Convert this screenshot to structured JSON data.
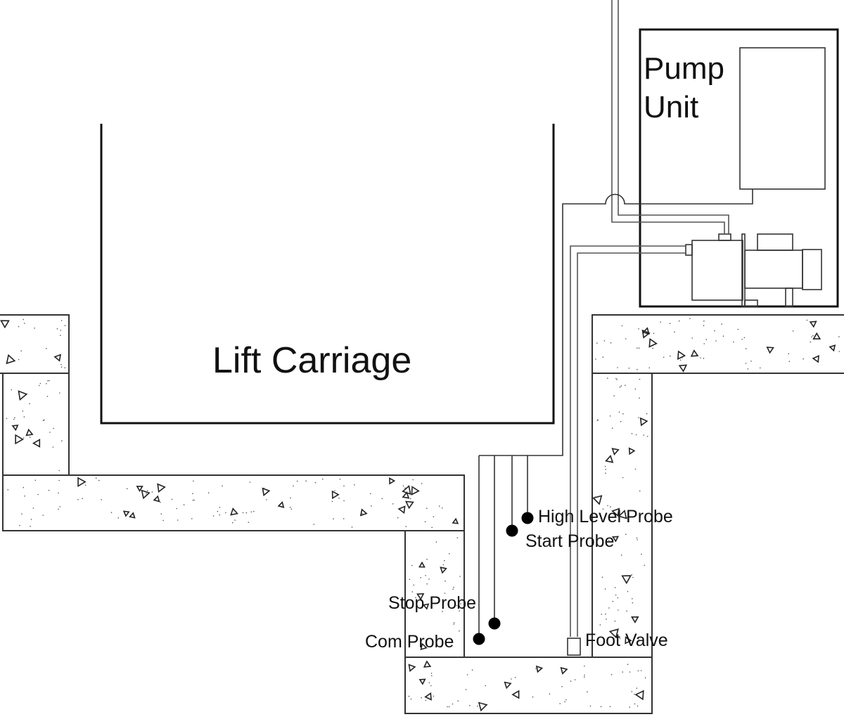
{
  "diagram": {
    "title": "Lift pit drainage pump arrangement",
    "labels": {
      "lift_carriage": "Lift Carriage",
      "pump_unit_line1": "Pump",
      "pump_unit_line2": "Unit",
      "high_level_probe": "High Level Probe",
      "start_probe": "Start Probe",
      "stop_probe": "Stop Probe",
      "com_probe": "Com Probe",
      "foot_valve": "Foot Valve"
    },
    "probes": [
      {
        "id": "com",
        "name": "Com Probe"
      },
      {
        "id": "stop",
        "name": "Stop Probe"
      },
      {
        "id": "start",
        "name": "Start Probe"
      },
      {
        "id": "high",
        "name": "High Level Probe"
      }
    ],
    "colors": {
      "line": "#111111",
      "fill": "#ffffff",
      "probe": "#000000"
    }
  }
}
